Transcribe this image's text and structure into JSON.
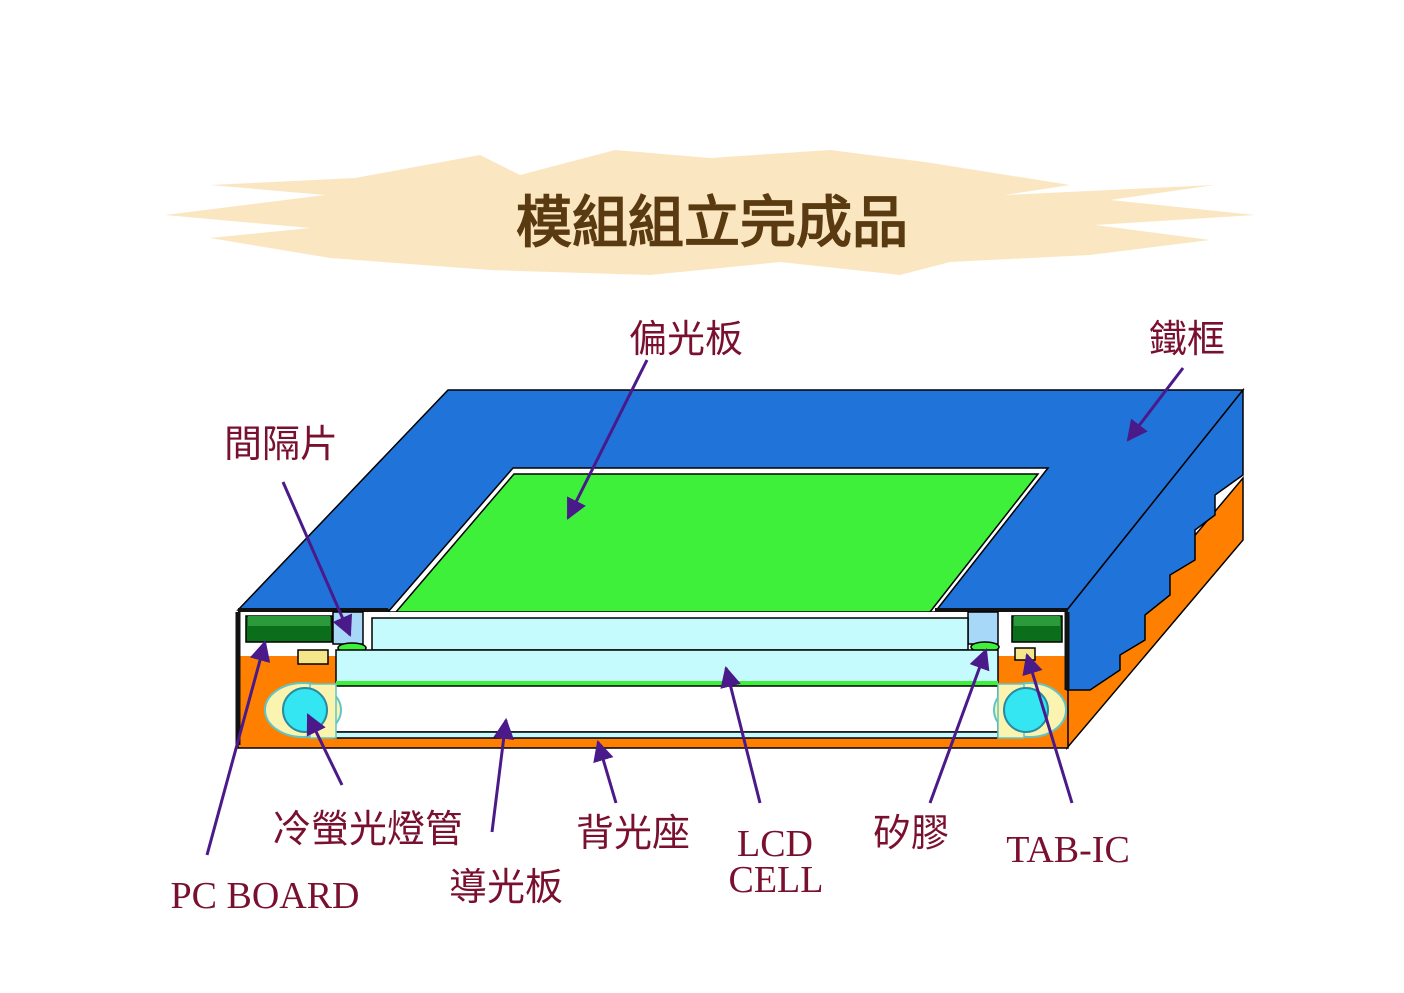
{
  "title": "模組組立完成品",
  "labels": {
    "polarizer": "偏光板",
    "iron_frame": "鐵框",
    "spacer": "間隔片",
    "ccfl": "冷螢光燈管",
    "light_guide": "導光板",
    "backlight_base": "背光座",
    "lcd_cell_line1": "LCD",
    "lcd_cell_line2": "CELL",
    "silicone": "矽膠",
    "tab_ic": "TAB-IC",
    "pc_board": "PC BOARD"
  },
  "colors": {
    "title_burst": "#fbe6c2",
    "frame_blue": "#1f73d9",
    "polarizer_green": "#3ef03a",
    "base_orange": "#ff8000",
    "cell_cyan": "#c5fbfc",
    "lamp_cyan": "#33e6f2",
    "pcb_green": "#0a6e1a",
    "label_text": "#7a1030",
    "arrow": "#4b1a8a"
  }
}
